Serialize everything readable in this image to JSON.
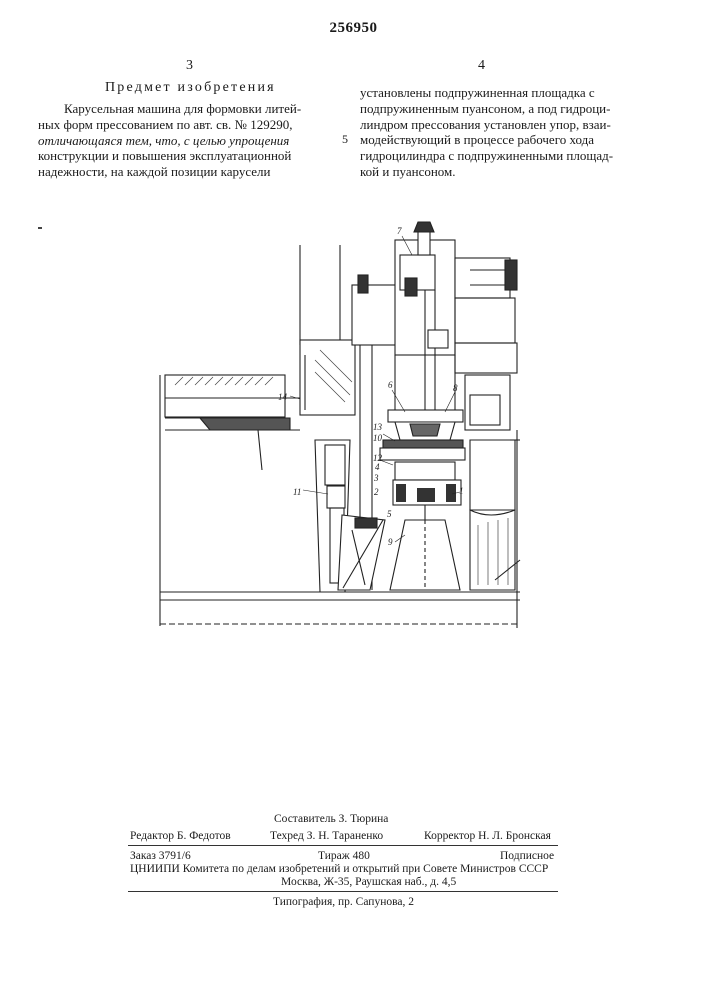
{
  "header": {
    "patent_number": "256950",
    "left_column_number": "3",
    "right_column_number": "4",
    "line_marker": "5"
  },
  "section_heading": "Предмет изобретения",
  "claim_left_lines": [
    "Карусельная машина для формовки литей-",
    "ных форм прессованием по авт. св. № 129290,",
    "отличающаяся тем, что, с целью упрощения",
    "конструкции и повышения эксплуатационной",
    "надежности, на каждой позиции карусели"
  ],
  "claim_right_lines": [
    "установлены подпружиненная площадка с",
    "подпружиненным пуансоном, а под гидроци-",
    "линдром прессования установлен упор, взаи-",
    "модействующий в процессе рабочего хода",
    "гидроцилиндра с подпружиненными площад-",
    "кой и пуансоном."
  ],
  "figure_labels": {
    "l1": "1",
    "l2": "2",
    "l3": "3",
    "l4": "4",
    "l5": "5",
    "l6": "6",
    "l7": "7",
    "l8": "8",
    "l9": "9",
    "l10": "10",
    "l11": "11",
    "l12": "12",
    "l13": "13",
    "l14": "14"
  },
  "credits": {
    "compiler": "Составитель З. Тюрина",
    "editor": "Редактор Б. Федотов",
    "techeditor": "Техред З. Н. Тараненко",
    "proofreader": "Корректор Н. Л. Бронская",
    "order": "Заказ 3791/6",
    "print_run": "Тираж 480",
    "subscription": "Подписное",
    "institute": "ЦНИИПИ Комитета по делам изобретений и открытий при Совете Министров СССР",
    "address": "Москва, Ж-35, Раушская наб., д. 4,5",
    "printing_house": "Типография, пр. Сапунова, 2"
  }
}
